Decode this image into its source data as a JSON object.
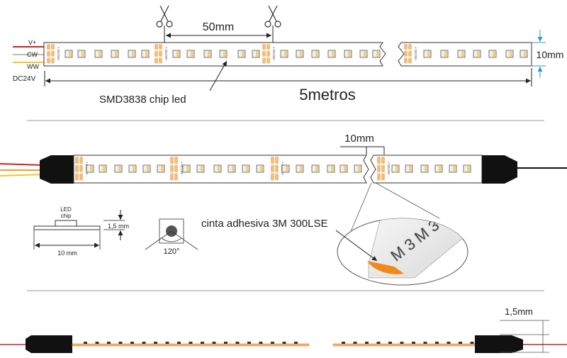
{
  "wires": {
    "vplus": "V+",
    "cw": "CW",
    "ww": "WW",
    "voltage": "DC24V"
  },
  "cut_spacing": "50mm",
  "strip_width": "10mm",
  "chip_type": "SMD3838 chip led",
  "length": "5metros",
  "pad_marking": "+ DC24V -",
  "gap_width": "10mm",
  "profile": {
    "chip_label_1": "LED",
    "chip_label_2": "chip",
    "thickness": "1,5 mm",
    "width": "10 mm"
  },
  "beam_angle": "120°",
  "adhesive": "cinta adhesiva 3M 300LSE",
  "tape_print": "M 3 M 3",
  "side_thickness": "1,5mm",
  "colors": {
    "chip_cool": "#f4f0dc",
    "chip_warm": "#f2cf86",
    "pad": "#f0bf80",
    "wire_red": "#d42020",
    "wire_yellow": "#f2c531",
    "adhesive_orange": "#f08a1c",
    "dim_blue": "#3399cc"
  }
}
